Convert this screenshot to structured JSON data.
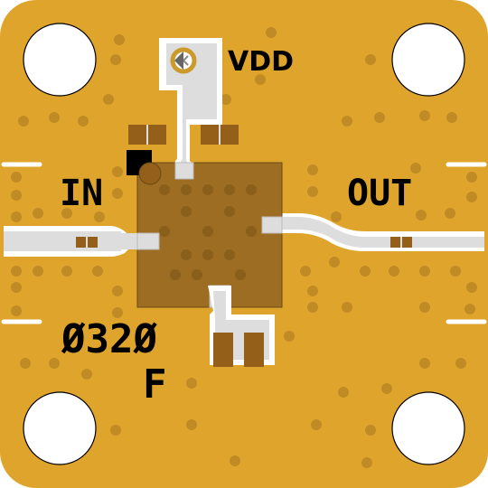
{
  "board": {
    "colors": {
      "substrate": "#dfa42b",
      "edge": "#ffffff",
      "pad": "#dddddd",
      "die": "#9c6d22",
      "component": "#946019",
      "via": "#c08b25",
      "silkscreen": "#000000",
      "mounting_hole": "#ffffff"
    },
    "labels": {
      "vdd": "VDD",
      "input": "IN",
      "output": "OUT",
      "part_number": "Ø32Ø",
      "revision": "F"
    },
    "icons": {
      "supply_pad": "circle-cross-icon",
      "pin1_marker": "square-marker-icon",
      "orientation_dot": "dot-icon"
    }
  }
}
